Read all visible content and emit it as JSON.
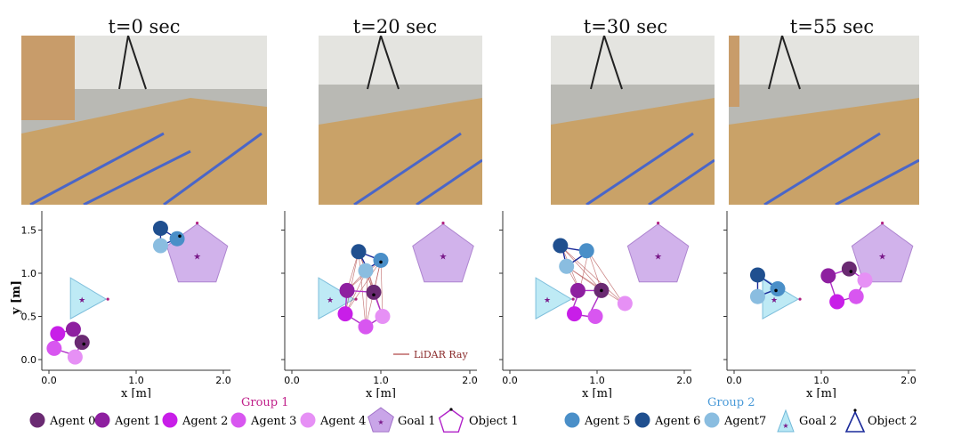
{
  "panels": [
    {
      "title": "t=0 sec"
    },
    {
      "title": "t=20 sec"
    },
    {
      "title": "t=30 sec"
    },
    {
      "title": "t=55 sec"
    }
  ],
  "axes": {
    "xlabel": "x [m]",
    "ylabel": "y [m]",
    "xticks": [
      "0.0",
      "1.0",
      "2.0"
    ],
    "yticks": [
      "0.0",
      "0.5",
      "1.0",
      "1.5"
    ]
  },
  "lidar_label": "LiDAR Ray",
  "legend": {
    "group1_title": "Group 1",
    "group2_title": "Group 2",
    "group1_items": [
      "Agent 0",
      "Agent 1",
      "Agent 2",
      "Agent 3",
      "Agent 4",
      "Goal 1",
      "Object 1"
    ],
    "group2_items": [
      "Agent 5",
      "Agent 6",
      "Agent7",
      "Goal 2",
      "Object 2"
    ]
  },
  "colors": {
    "agent0": "#6a2a72",
    "agent1": "#8e1fa0",
    "agent2": "#c81ee8",
    "agent3": "#d856f0",
    "agent4": "#e690f5",
    "agent5": "#4a8fc8",
    "agent6": "#1f4f8f",
    "agent7": "#8abde0",
    "goal1": "#c9a5e8",
    "goal2": "#b8e8f5",
    "object1": "#b020c8",
    "object2": "#1a2a9a",
    "group1": "#c0208a",
    "group2": "#4a9ad8",
    "lidar": "#b04848"
  }
}
